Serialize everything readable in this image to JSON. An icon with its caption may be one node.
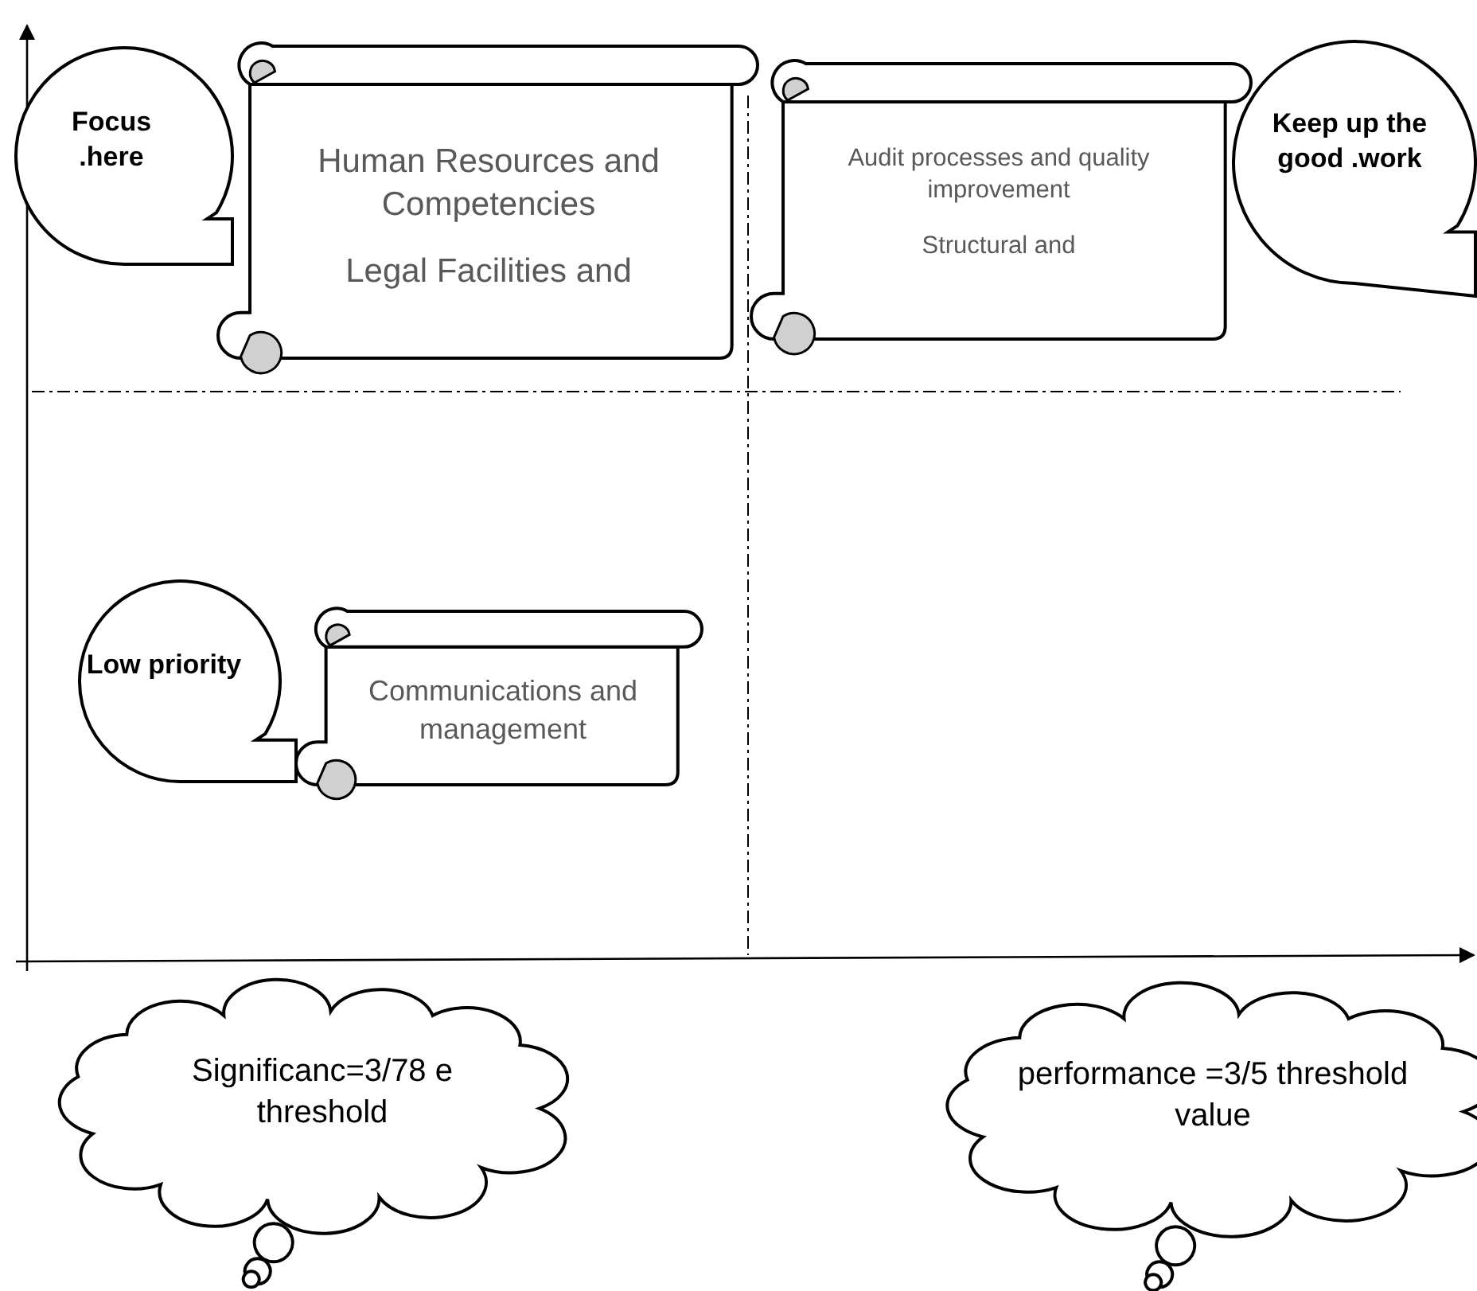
{
  "diagram": {
    "nodes": [
      {
        "text": [
          "Focus .here"
        ]
      },
      {
        "text": [
          "Human Resources and Competencies",
          "Legal Facilities and"
        ]
      },
      {
        "text": [
          "Audit processes and quality improvement",
          "Structural and"
        ]
      },
      {
        "text": [
          "Keep up the good .work"
        ]
      },
      {
        "text": [
          "Low priority"
        ]
      },
      {
        "text": [
          "Communications and management"
        ]
      },
      {
        "text": [
          "Significanc=3/78 e threshold"
        ]
      },
      {
        "text": [
          "performance =3/5 threshold value"
        ]
      }
    ]
  }
}
